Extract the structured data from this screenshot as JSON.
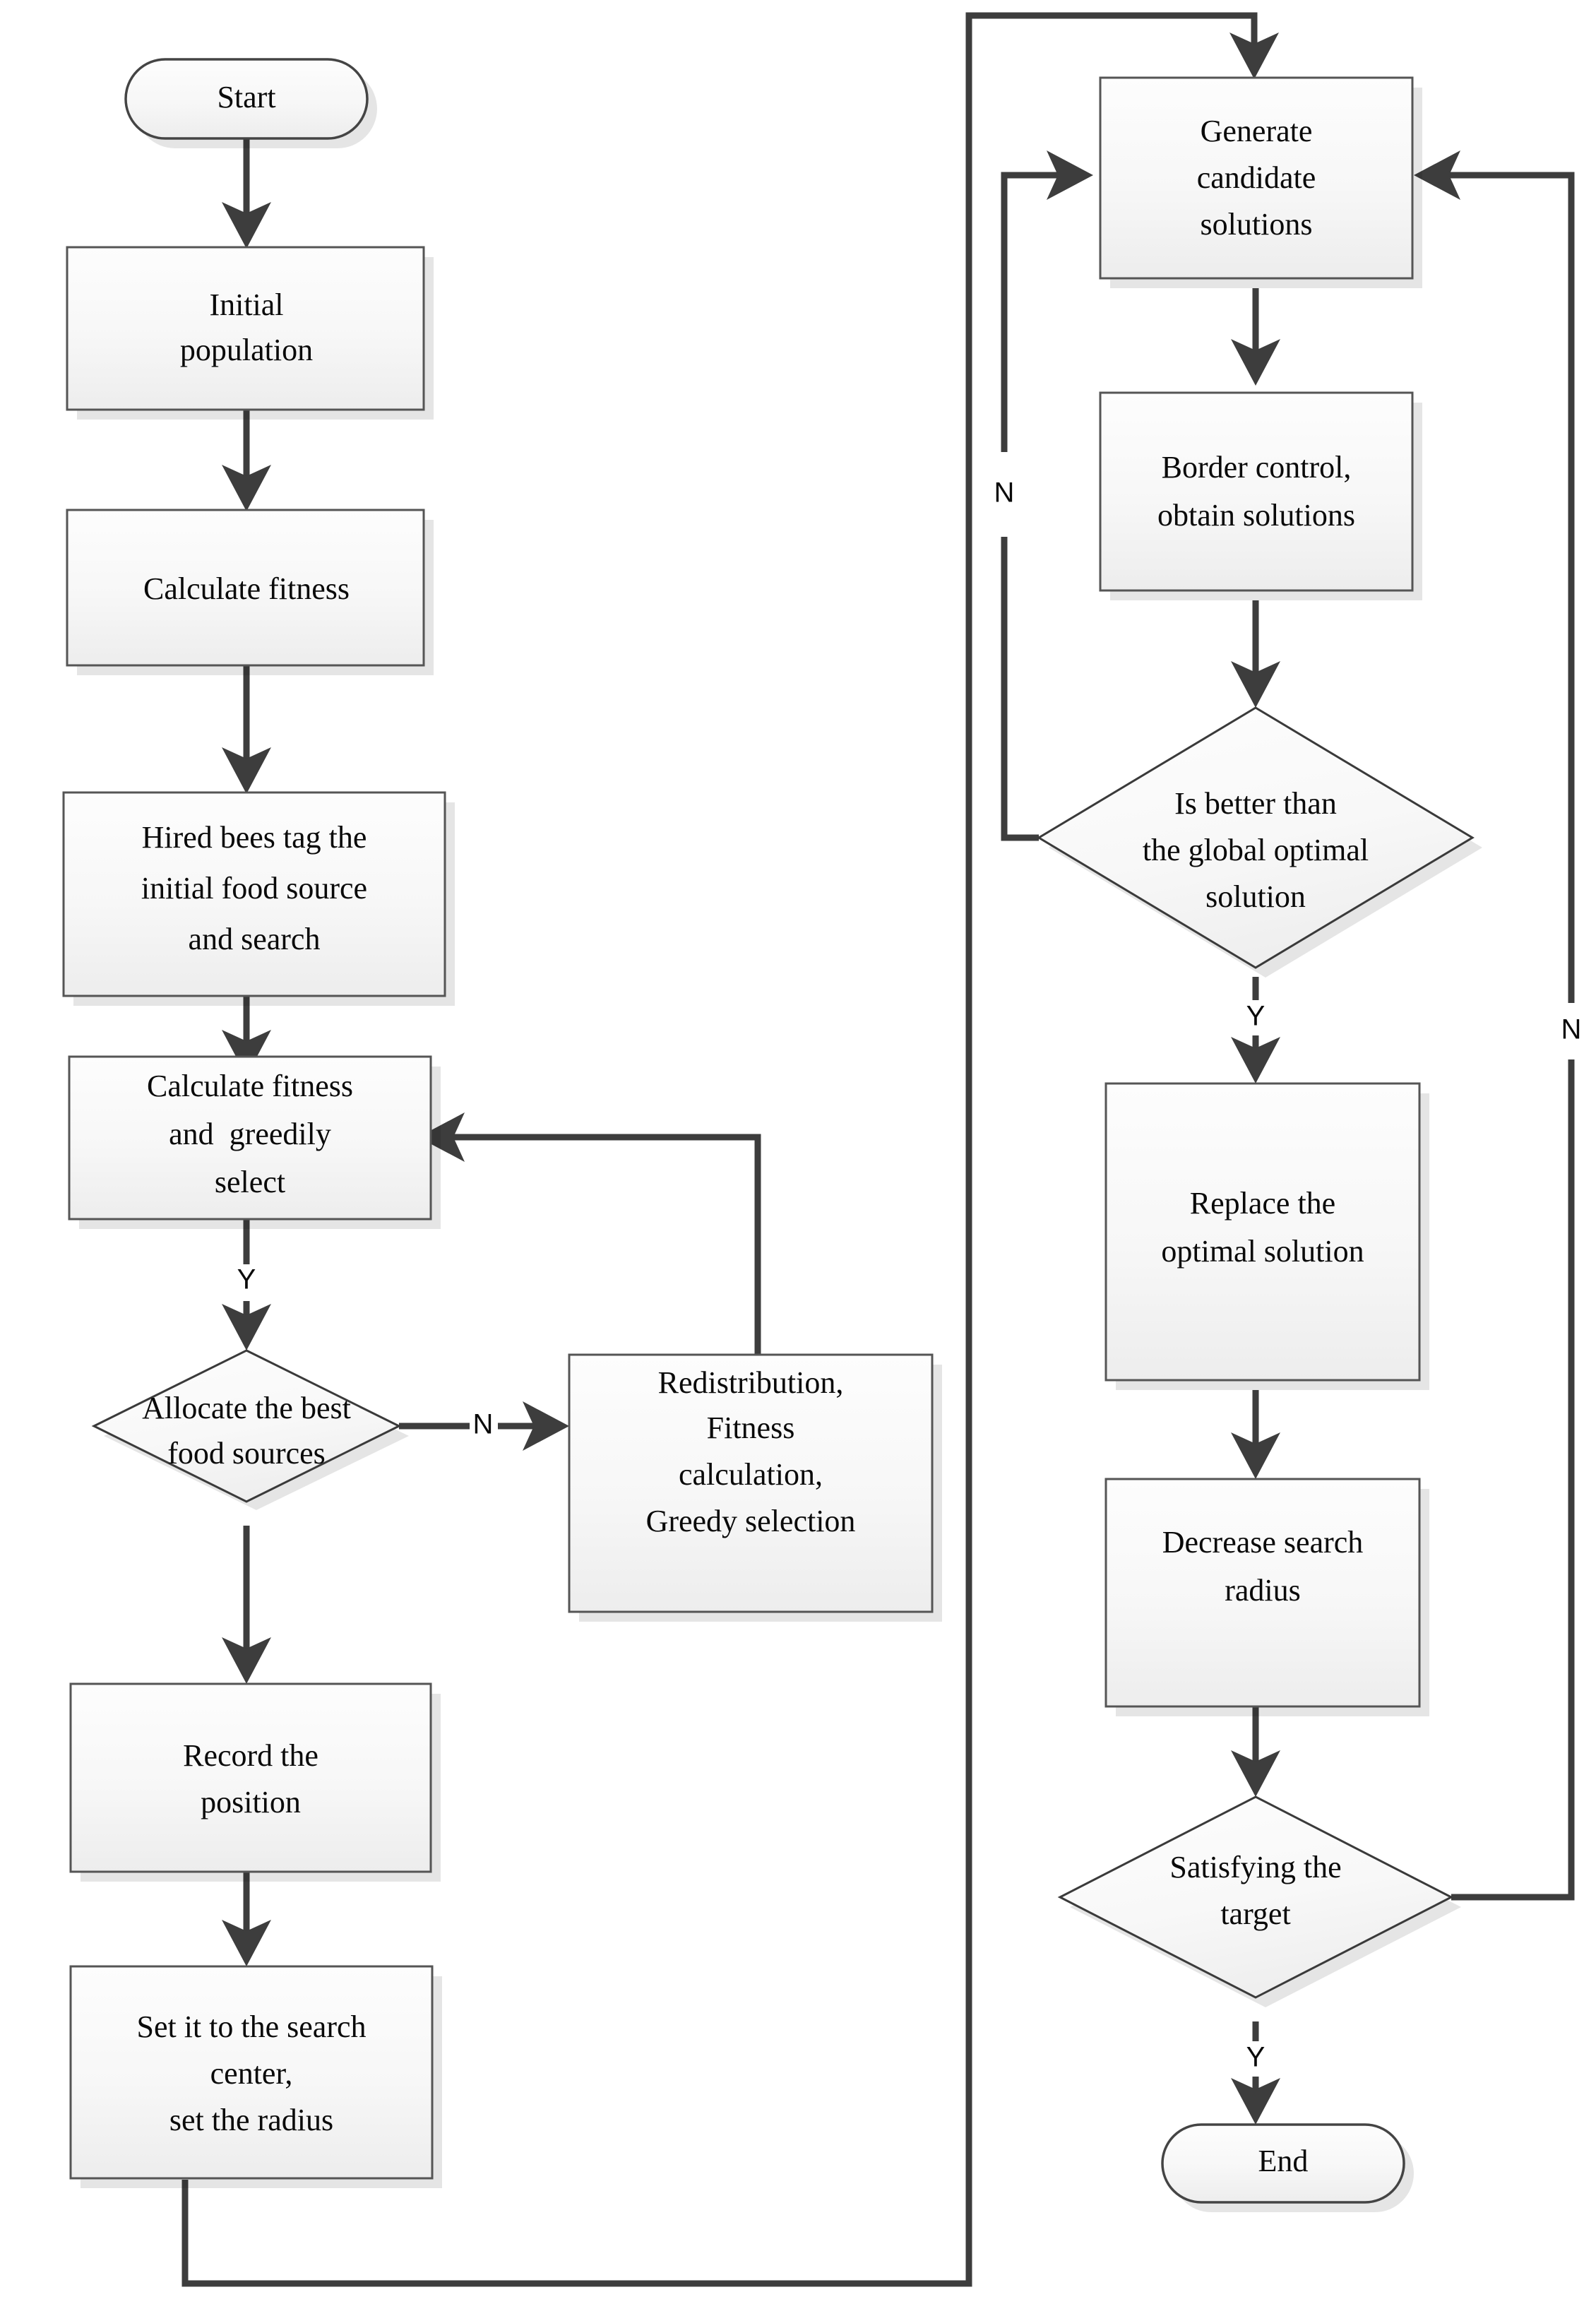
{
  "diagram": {
    "title": "Artificial Bee Colony search algorithm flowchart",
    "colors": {
      "node_fill_top": "#fcfcfc",
      "node_fill_bottom": "#eeeeee",
      "node_stroke": "#555555",
      "connector": "#3d3d3d",
      "text": "#0a0a0a",
      "background": "#ffffff"
    },
    "nodes": [
      {
        "id": "start",
        "type": "terminator",
        "lines": [
          "Start"
        ]
      },
      {
        "id": "init_pop",
        "type": "process",
        "lines": [
          "Initial",
          "population"
        ]
      },
      {
        "id": "calc_fit_1",
        "type": "process",
        "lines": [
          "Calculate fitness"
        ]
      },
      {
        "id": "hired_bees",
        "type": "process",
        "lines": [
          "Hired bees tag the",
          "initial food source",
          "and search"
        ]
      },
      {
        "id": "calc_greedy",
        "type": "process",
        "lines": [
          "Calculate fitness",
          "and  greedily",
          "select"
        ]
      },
      {
        "id": "allocate",
        "type": "decision",
        "lines": [
          "Allocate the best",
          "food sources"
        ]
      },
      {
        "id": "redistrib",
        "type": "process",
        "lines": [
          "Redistribution,",
          "Fitness",
          "calculation,",
          "Greedy selection"
        ]
      },
      {
        "id": "record_pos",
        "type": "process",
        "lines": [
          "Record the",
          "position"
        ]
      },
      {
        "id": "set_center",
        "type": "process",
        "lines": [
          "Set it to the search",
          "center,",
          "set the radius"
        ]
      },
      {
        "id": "gen_cand",
        "type": "process",
        "lines": [
          "Generate",
          "candidate",
          "solutions"
        ]
      },
      {
        "id": "border_ctrl",
        "type": "process",
        "lines": [
          "Border control,",
          "obtain solutions"
        ]
      },
      {
        "id": "is_better",
        "type": "decision",
        "lines": [
          "Is better than",
          "the global optimal",
          "solution"
        ]
      },
      {
        "id": "replace_opt",
        "type": "process",
        "lines": [
          "Replace the",
          "optimal solution"
        ]
      },
      {
        "id": "dec_radius",
        "type": "process",
        "lines": [
          "Decrease search",
          "radius"
        ]
      },
      {
        "id": "satisfy",
        "type": "decision",
        "lines": [
          "Satisfying the",
          "target"
        ]
      },
      {
        "id": "end",
        "type": "terminator",
        "lines": [
          "End"
        ]
      }
    ],
    "edge_labels": {
      "calc_greedy_to_allocate": "Y",
      "allocate_no": "N",
      "is_better_no": "N",
      "is_better_yes": "Y",
      "satisfy_no": "N",
      "satisfy_yes": "Y"
    }
  }
}
